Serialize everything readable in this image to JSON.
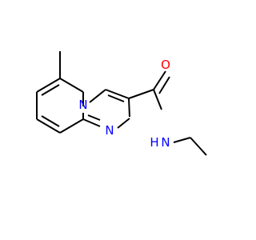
{
  "structure": {
    "atoms": {
      "ring_nitrogen": {
        "symbol": "N",
        "color": "#0000ff"
      },
      "imine_nitrogen": {
        "symbol": "N",
        "color": "#0000ff"
      },
      "carbonyl_oxygen": {
        "symbol": "O",
        "color": "#ff0000"
      },
      "amide_nh": {
        "symbol": "H",
        "color": "#0000ff"
      },
      "amide_n": {
        "symbol": "N",
        "color": "#0000ff"
      }
    },
    "bond_color": "#000000",
    "background_color": "#ffffff"
  }
}
